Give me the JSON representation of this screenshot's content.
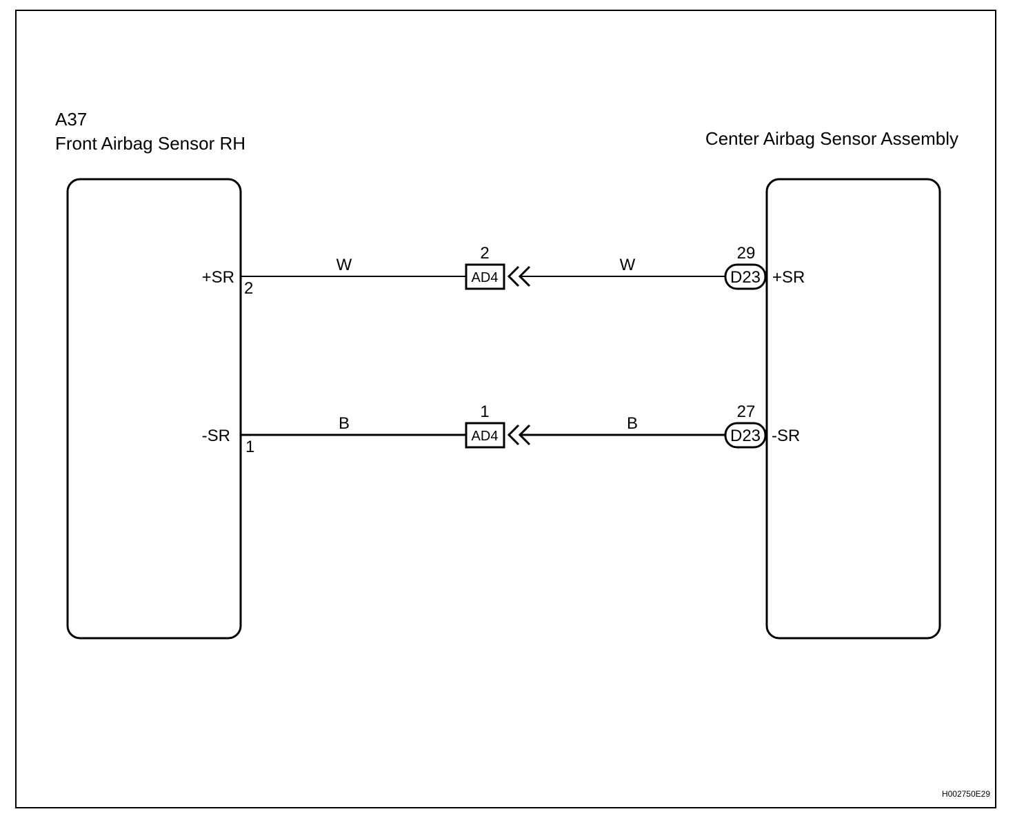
{
  "components": {
    "left": {
      "code": "A37",
      "name": "Front Airbag Sensor RH",
      "terminals": [
        {
          "signal": "+SR",
          "pin": "2"
        },
        {
          "signal": "-SR",
          "pin": "1"
        }
      ]
    },
    "right": {
      "name": "Center Airbag Sensor Assembly",
      "terminals": [
        {
          "signal": "+SR",
          "pin": "29",
          "connector": "D23"
        },
        {
          "signal": "-SR",
          "pin": "27",
          "connector": "D23"
        }
      ]
    }
  },
  "wires": [
    {
      "color_left": "W",
      "color_right": "W",
      "junction": "AD4",
      "junction_pin": "2"
    },
    {
      "color_left": "B",
      "color_right": "B",
      "junction": "AD4",
      "junction_pin": "1"
    }
  ],
  "figure_code": "H002750E29",
  "colors": {
    "line": "#000000",
    "background": "#ffffff"
  }
}
